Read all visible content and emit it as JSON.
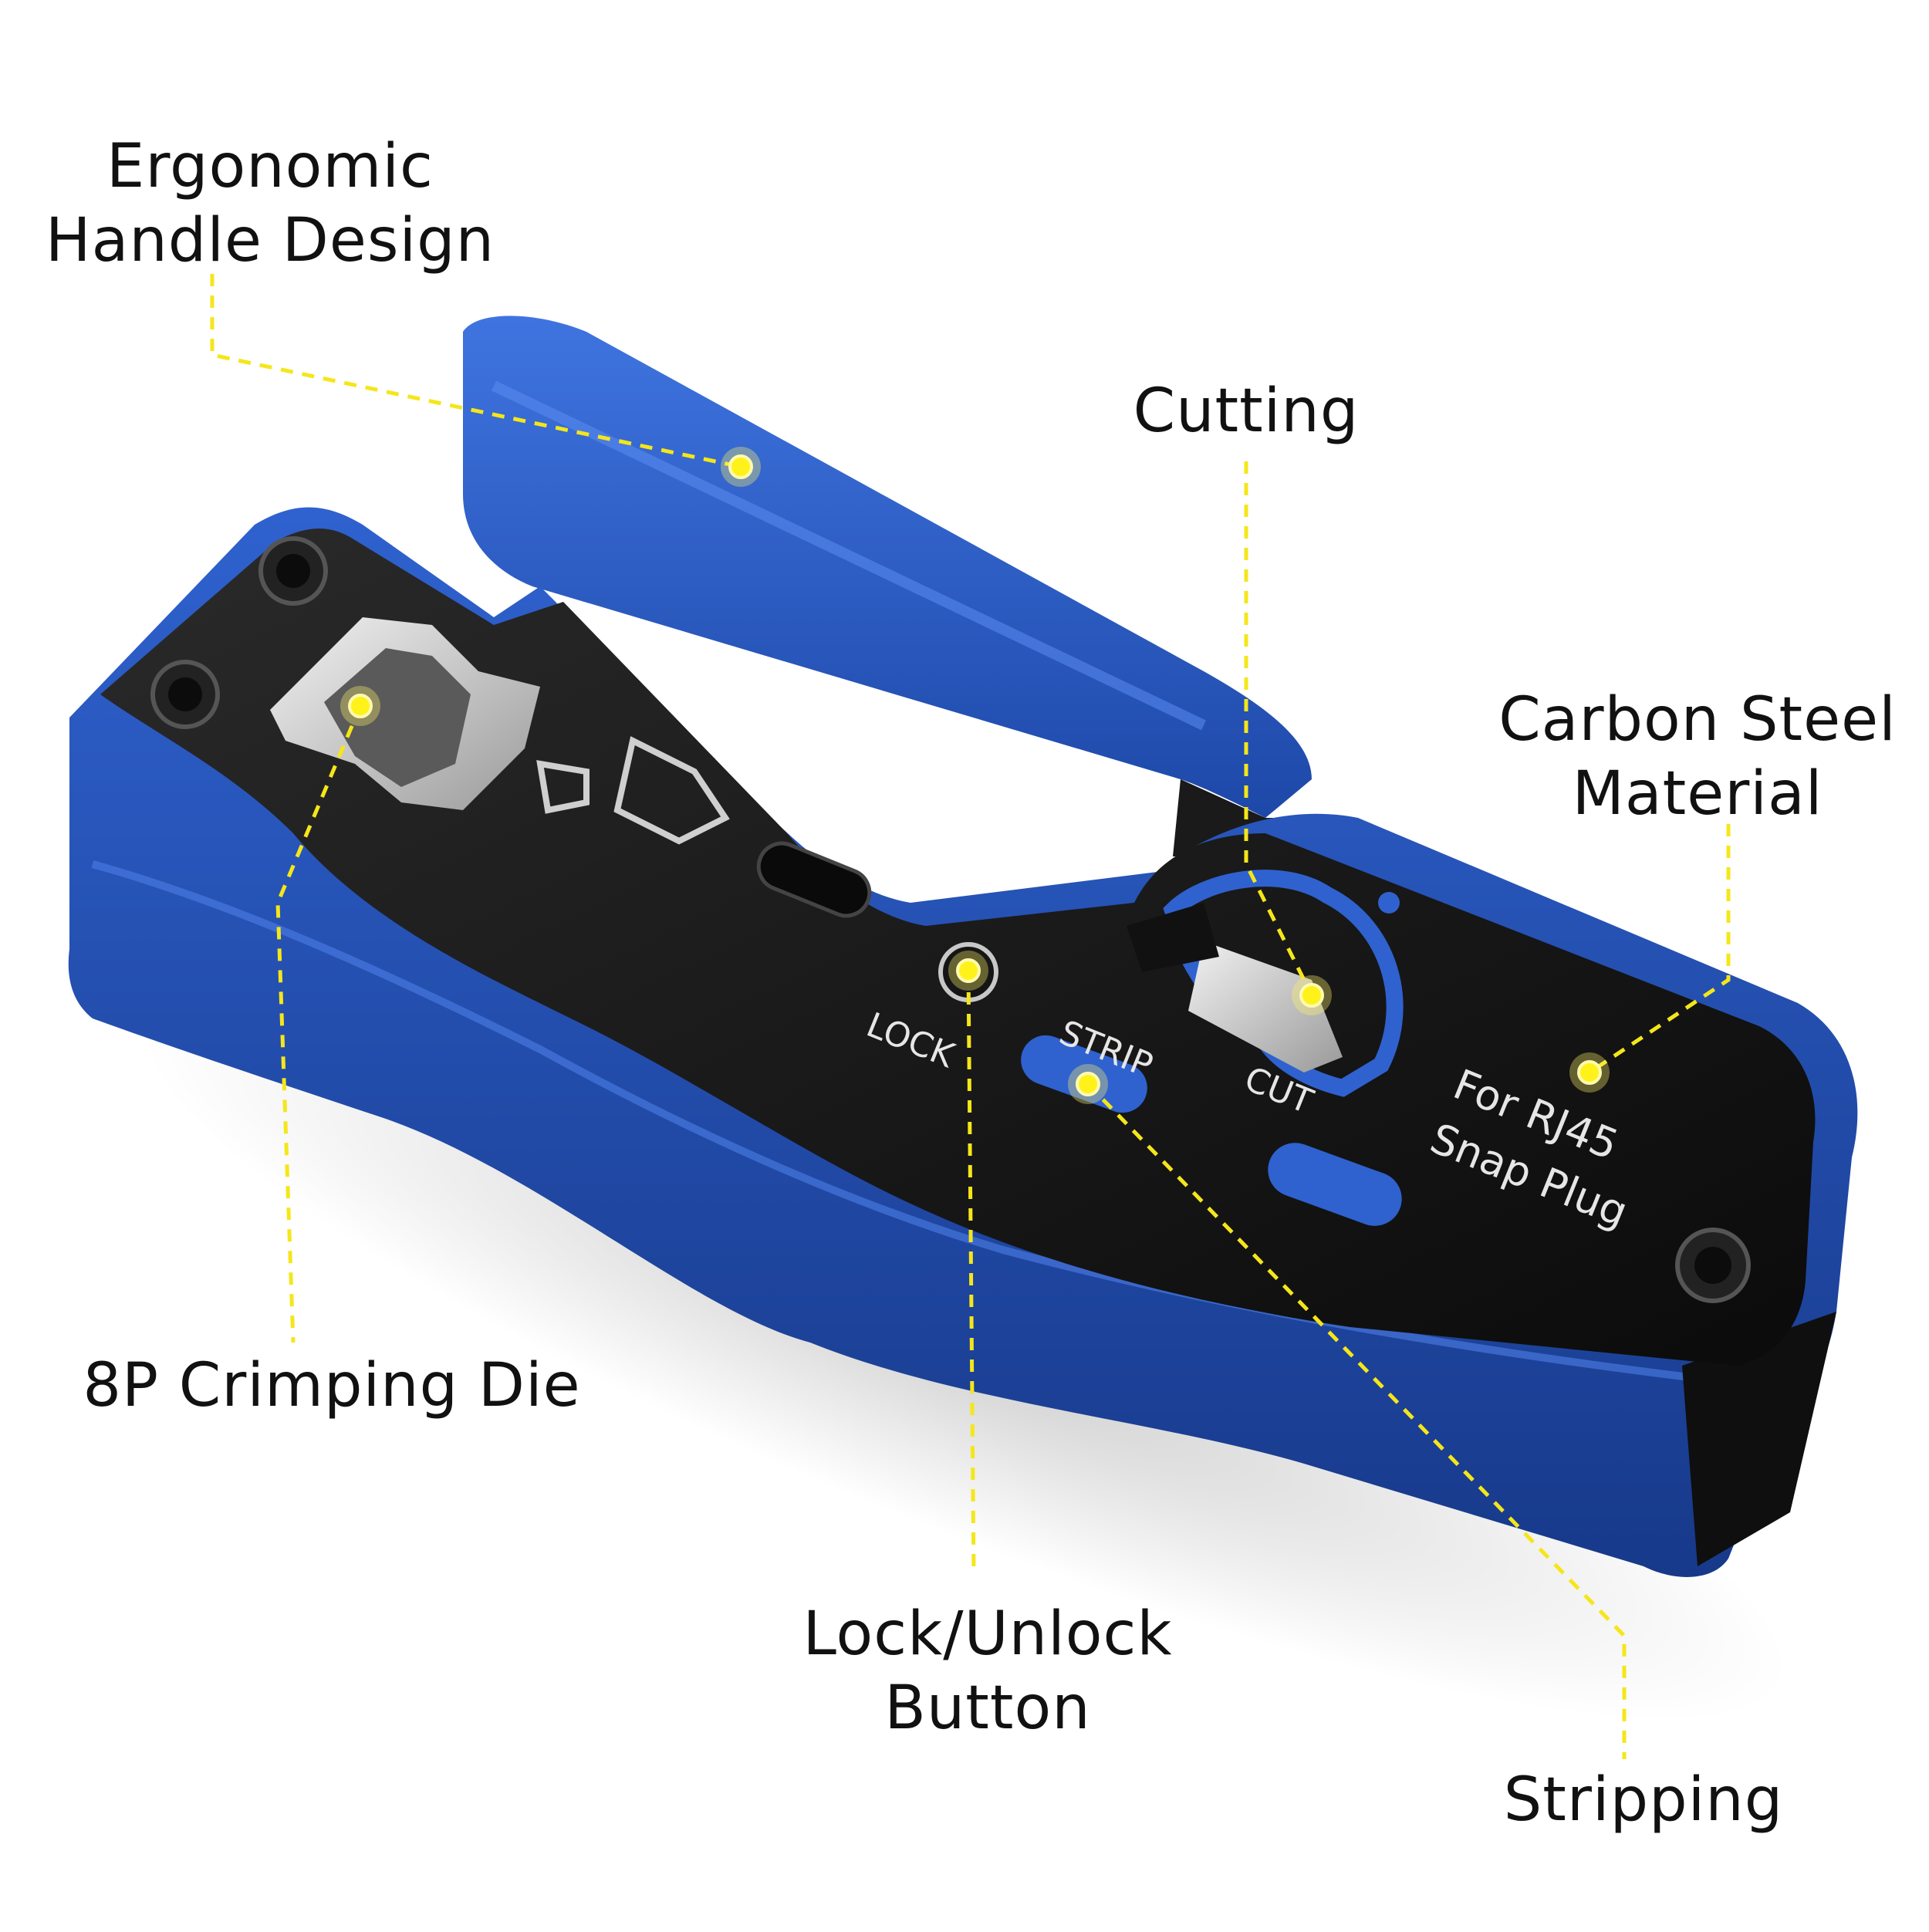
{
  "colors": {
    "body_blue": "#2457c5",
    "body_blue_dark": "#163a8c",
    "plate_black": "#151515",
    "leader_yellow": "#f5e61a",
    "dot_yellow": "#fff21a",
    "label_text": "#111111"
  },
  "callouts": [
    {
      "id": "ergonomic",
      "lines": [
        "Ergonomic",
        "Handle Design"
      ]
    },
    {
      "id": "cutting",
      "lines": [
        "Cutting"
      ]
    },
    {
      "id": "carbon",
      "lines": [
        "Carbon Steel",
        "Material"
      ]
    },
    {
      "id": "die",
      "lines": [
        "8P Crimping Die"
      ]
    },
    {
      "id": "lock",
      "lines": [
        "Lock/Unlock",
        "Button"
      ]
    },
    {
      "id": "stripping",
      "lines": [
        "Stripping"
      ]
    }
  ],
  "tool_markings": {
    "lock": "LOCK",
    "strip": "STRIP",
    "cut": "CUT",
    "plug_line1": "For RJ45",
    "plug_line2": "Snap Plug"
  }
}
